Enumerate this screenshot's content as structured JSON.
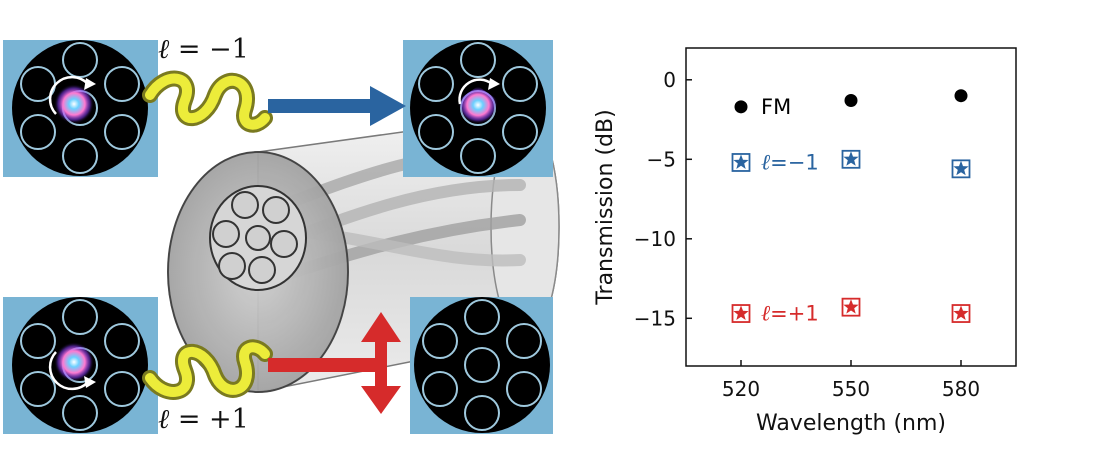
{
  "illustration": {
    "label_top_ell": "ℓ",
    "label_top_rest": " = −1",
    "label_bottom_ell": "ℓ",
    "label_bottom_rest": " = +1"
  },
  "colors": {
    "panel": "#79b4d4",
    "arrow_blue": "#2a64a0",
    "arrow_red": "#d62b2b",
    "ring": "#9fc9de",
    "beam": "#e8e83a",
    "fm": "#000000",
    "l_minus": "#2a64a0",
    "l_plus": "#d62b2b"
  },
  "chart_data": {
    "type": "scatter",
    "xlabel": "Wavelength (nm)",
    "ylabel": "Transmission (dB)",
    "x": [
      520,
      550,
      580
    ],
    "xticks": [
      520,
      550,
      580
    ],
    "yticks": [
      0,
      -5,
      -10,
      -15
    ],
    "xlim": [
      505,
      595
    ],
    "ylim": [
      -18,
      2
    ],
    "grid": false,
    "legend_placement": "inline",
    "series": [
      {
        "name": "FM",
        "name_prefix": "",
        "name_rest": "FM",
        "marker": "circle",
        "color": "#000000",
        "values": [
          -1.7,
          -1.3,
          -1.0
        ]
      },
      {
        "name": "ℓ=−1",
        "name_prefix": "ℓ",
        "name_rest": "=−1",
        "marker": "star-square",
        "color": "#2a64a0",
        "values": [
          -5.2,
          -5.0,
          -5.6
        ]
      },
      {
        "name": "ℓ=+1",
        "name_prefix": "ℓ",
        "name_rest": "=+1",
        "marker": "star-square",
        "color": "#d62b2b",
        "values": [
          -14.7,
          -14.3,
          -14.7
        ]
      }
    ]
  }
}
